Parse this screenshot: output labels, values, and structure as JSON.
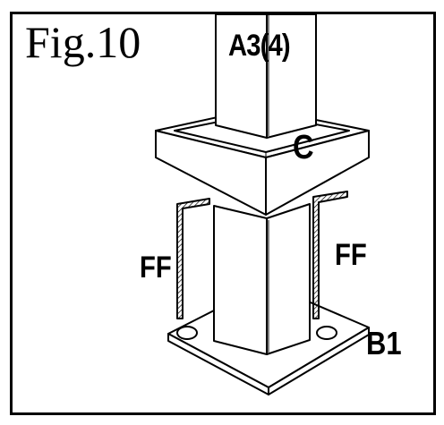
{
  "figure": {
    "title": "Fig.10"
  },
  "labels": {
    "post": "A3(4)",
    "collar": "C",
    "bracket_left": "FF",
    "bracket_right": "FF",
    "base_plate": "B1"
  },
  "colors": {
    "line": "#000000",
    "background": "#ffffff"
  }
}
